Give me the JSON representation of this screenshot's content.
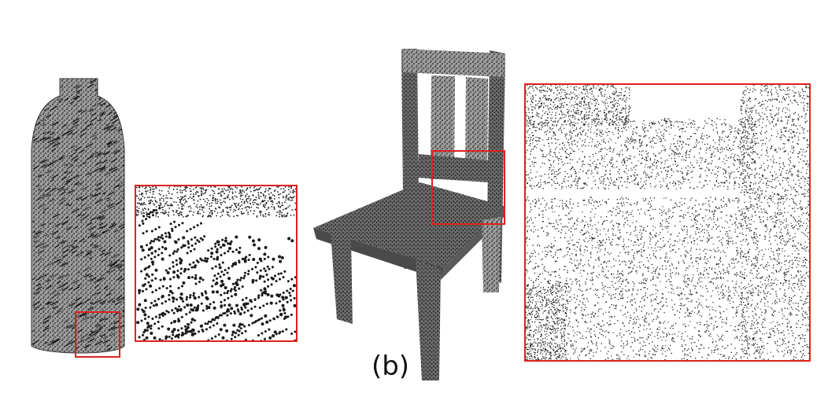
{
  "figure": {
    "caption": "(b)",
    "objects": [
      "bottle-point-cloud",
      "chair-point-cloud"
    ],
    "highlight_color": "#e02020",
    "point_color": "#1a1a1a"
  }
}
